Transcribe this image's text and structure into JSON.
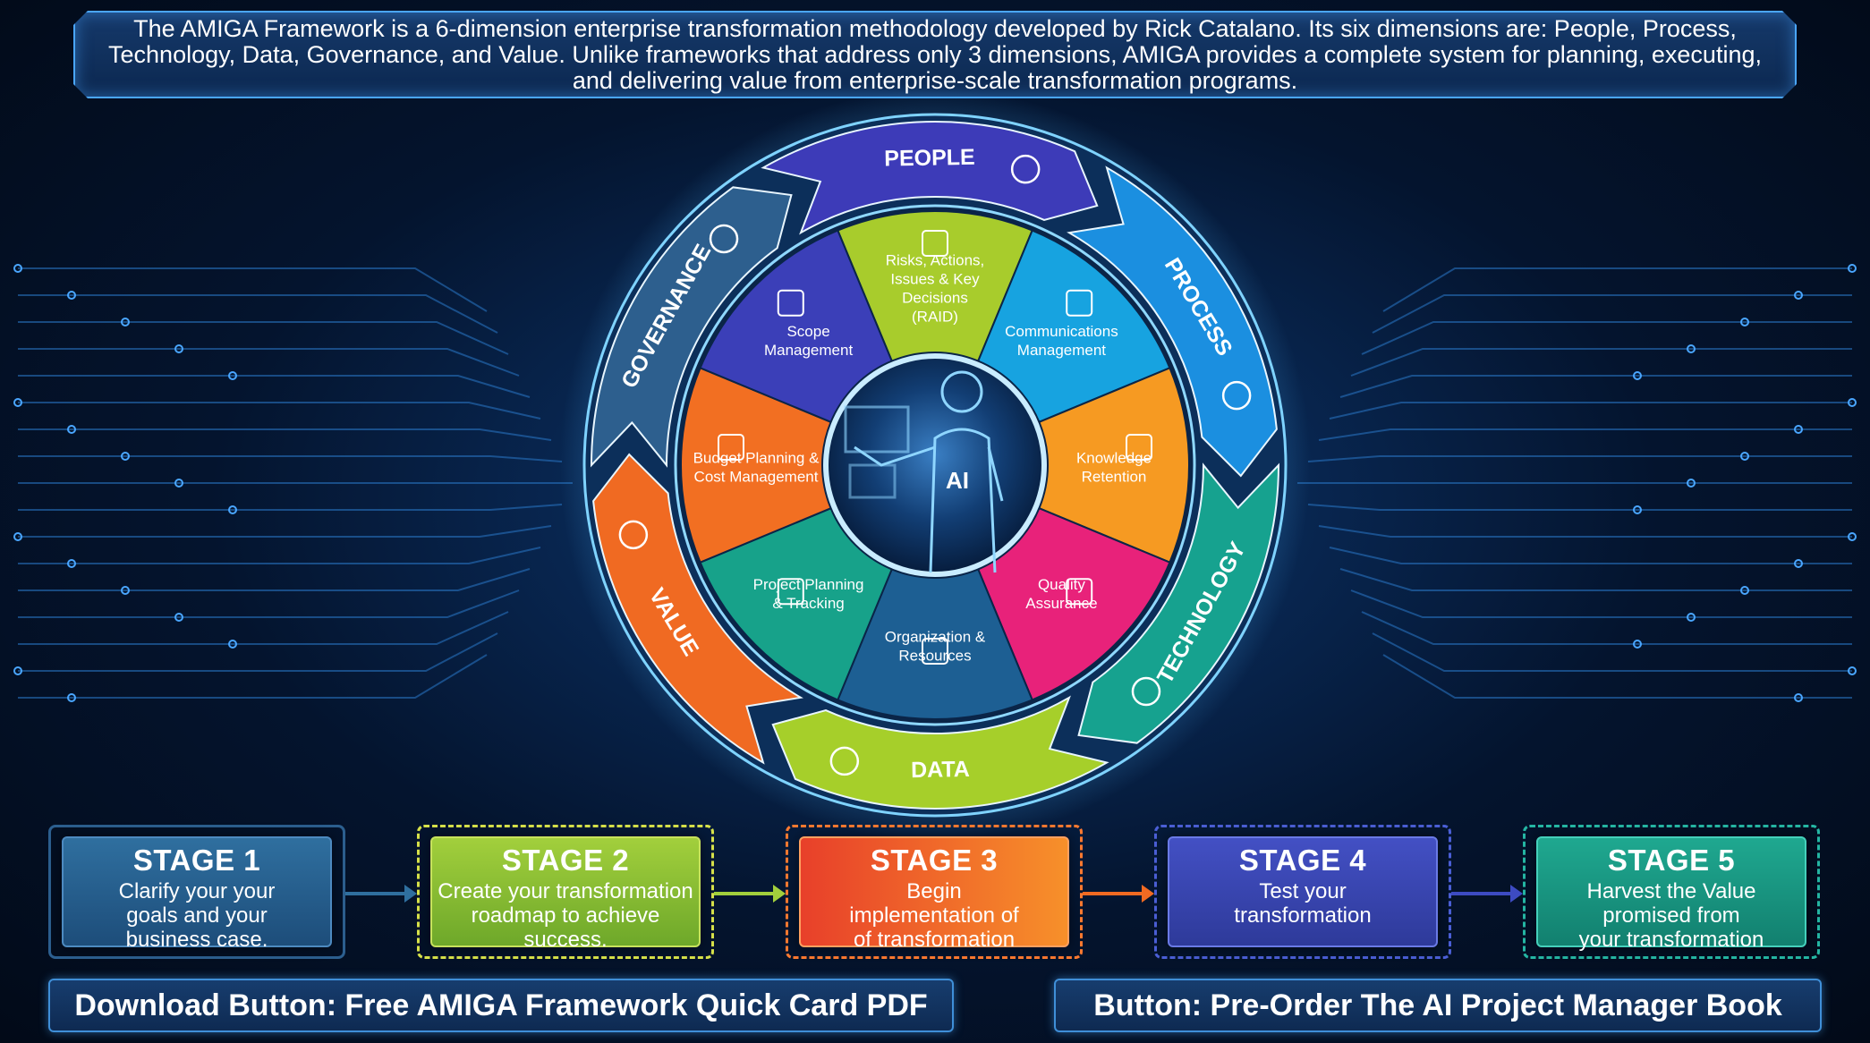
{
  "banner": {
    "text": "The AMIGA Framework is a 6-dimension enterprise transformation methodology developed by Rick Catalano. Its six dimensions are: People, Process, Technology, Data, Governance, and Value. Unlike frameworks that address only 3 dimensions, AMIGA provides a complete system for planning, executing, and delivering value from enterprise-scale transformation programs."
  },
  "dimensions": [
    {
      "label": "PEOPLE",
      "color": "#3d3bb8",
      "icon": "people-group-icon"
    },
    {
      "label": "PROCESS",
      "color": "#1b8fe0",
      "icon": "gears-icon"
    },
    {
      "label": "TECHNOLOGY",
      "color": "#16a28f",
      "icon": "circuit-chip-icon"
    },
    {
      "label": "DATA",
      "color": "#a6cf2a",
      "icon": "data-chart-icon"
    },
    {
      "label": "VALUE",
      "color": "#f06a22",
      "icon": "hands-star-icon"
    },
    {
      "label": "GOVERNANCE",
      "color": "#2d5f8e",
      "icon": "bank-building-icon"
    }
  ],
  "segments": [
    {
      "lines": [
        "Risks, Actions,",
        "Issues & Key",
        "Decisions",
        "(RAID)"
      ],
      "color": "#a8cc2c",
      "icon": "raid-people-icon"
    },
    {
      "lines": [
        "Communications",
        "Management"
      ],
      "color": "#17a3e0",
      "icon": "communication-icon"
    },
    {
      "lines": [
        "Knowledge",
        "Retention"
      ],
      "color": "#f69a22",
      "icon": "lightbulb-team-icon"
    },
    {
      "lines": [
        "Quality",
        "Assurance"
      ],
      "color": "#e8227a",
      "icon": "quality-check-icon"
    },
    {
      "lines": [
        "Organization &",
        "Resources"
      ],
      "color": "#1d5f93",
      "icon": "org-chart-icon"
    },
    {
      "lines": [
        "Project Planning",
        "& Tracking"
      ],
      "color": "#17a28a",
      "icon": "planning-clock-icon"
    },
    {
      "lines": [
        "Budget Planning &",
        "Cost Management"
      ],
      "color": "#f26f22",
      "icon": "budget-document-icon"
    },
    {
      "lines": [
        "Scope",
        "Management"
      ],
      "color": "#3b3fb8",
      "icon": "scope-target-icon"
    }
  ],
  "center": {
    "label": "AI"
  },
  "stages": [
    {
      "title": "STAGE 1",
      "lines": [
        "Clarify your your",
        "goals and your",
        "business case."
      ]
    },
    {
      "title": "STAGE 2",
      "lines": [
        "Create your transformation",
        "roadmap to achieve",
        "success."
      ]
    },
    {
      "title": "STAGE 3",
      "lines": [
        "Begin",
        "implementation of",
        "of transformation"
      ]
    },
    {
      "title": "STAGE 4",
      "lines": [
        "Test your",
        "transformation"
      ]
    },
    {
      "title": "STAGE 5",
      "lines": [
        "Harvest the Value",
        "promised from",
        "your transformation"
      ]
    }
  ],
  "buttons": {
    "download": "Download Button: Free AMIGA Framework Quick Card PDF",
    "preorder": "Button: Pre-Order The AI Project Manager Book"
  },
  "colors": {
    "background": "#061a38",
    "glow": "#4fb8ff",
    "arrow_1": "#2f6f9f",
    "arrow_2": "#a2cf3c",
    "arrow_3": "#f26a22",
    "arrow_4": "#3d4bc2"
  }
}
